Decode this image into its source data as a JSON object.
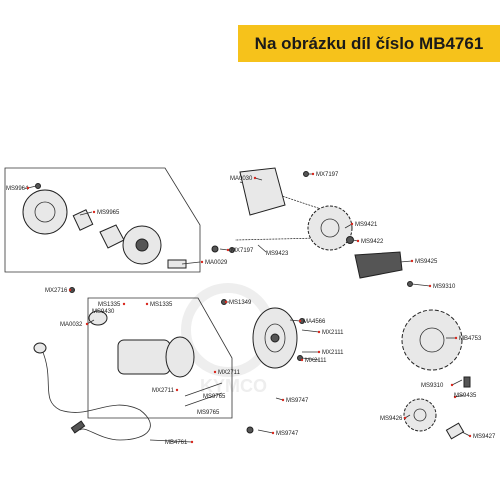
{
  "header": {
    "text": "Na obrázku díl číslo MB4761"
  },
  "colors": {
    "banner": "#f6c21b",
    "marker": "#d8281e",
    "watermark": "#cfcfcf"
  },
  "watermark": {
    "text": "KYMCO"
  },
  "labels": [
    "MS9964",
    "MS9965",
    "MA0029",
    "MX7197",
    "MA0030",
    "MX7197",
    "MS9421",
    "MS9422",
    "MS9423",
    "MS9425",
    "MS9310",
    "MX2716",
    "MS1335",
    "MS1335",
    "MS9430",
    "MA0032",
    "MS1349",
    "MA4566",
    "MX2111",
    "MX2111",
    "MX2111",
    "MB4753",
    "MX2711",
    "MX2711",
    "MS9765",
    "MS9765",
    "MS9747",
    "MS9747",
    "MS9310",
    "MS9435",
    "MS9426",
    "MS9427",
    "MB4761"
  ]
}
